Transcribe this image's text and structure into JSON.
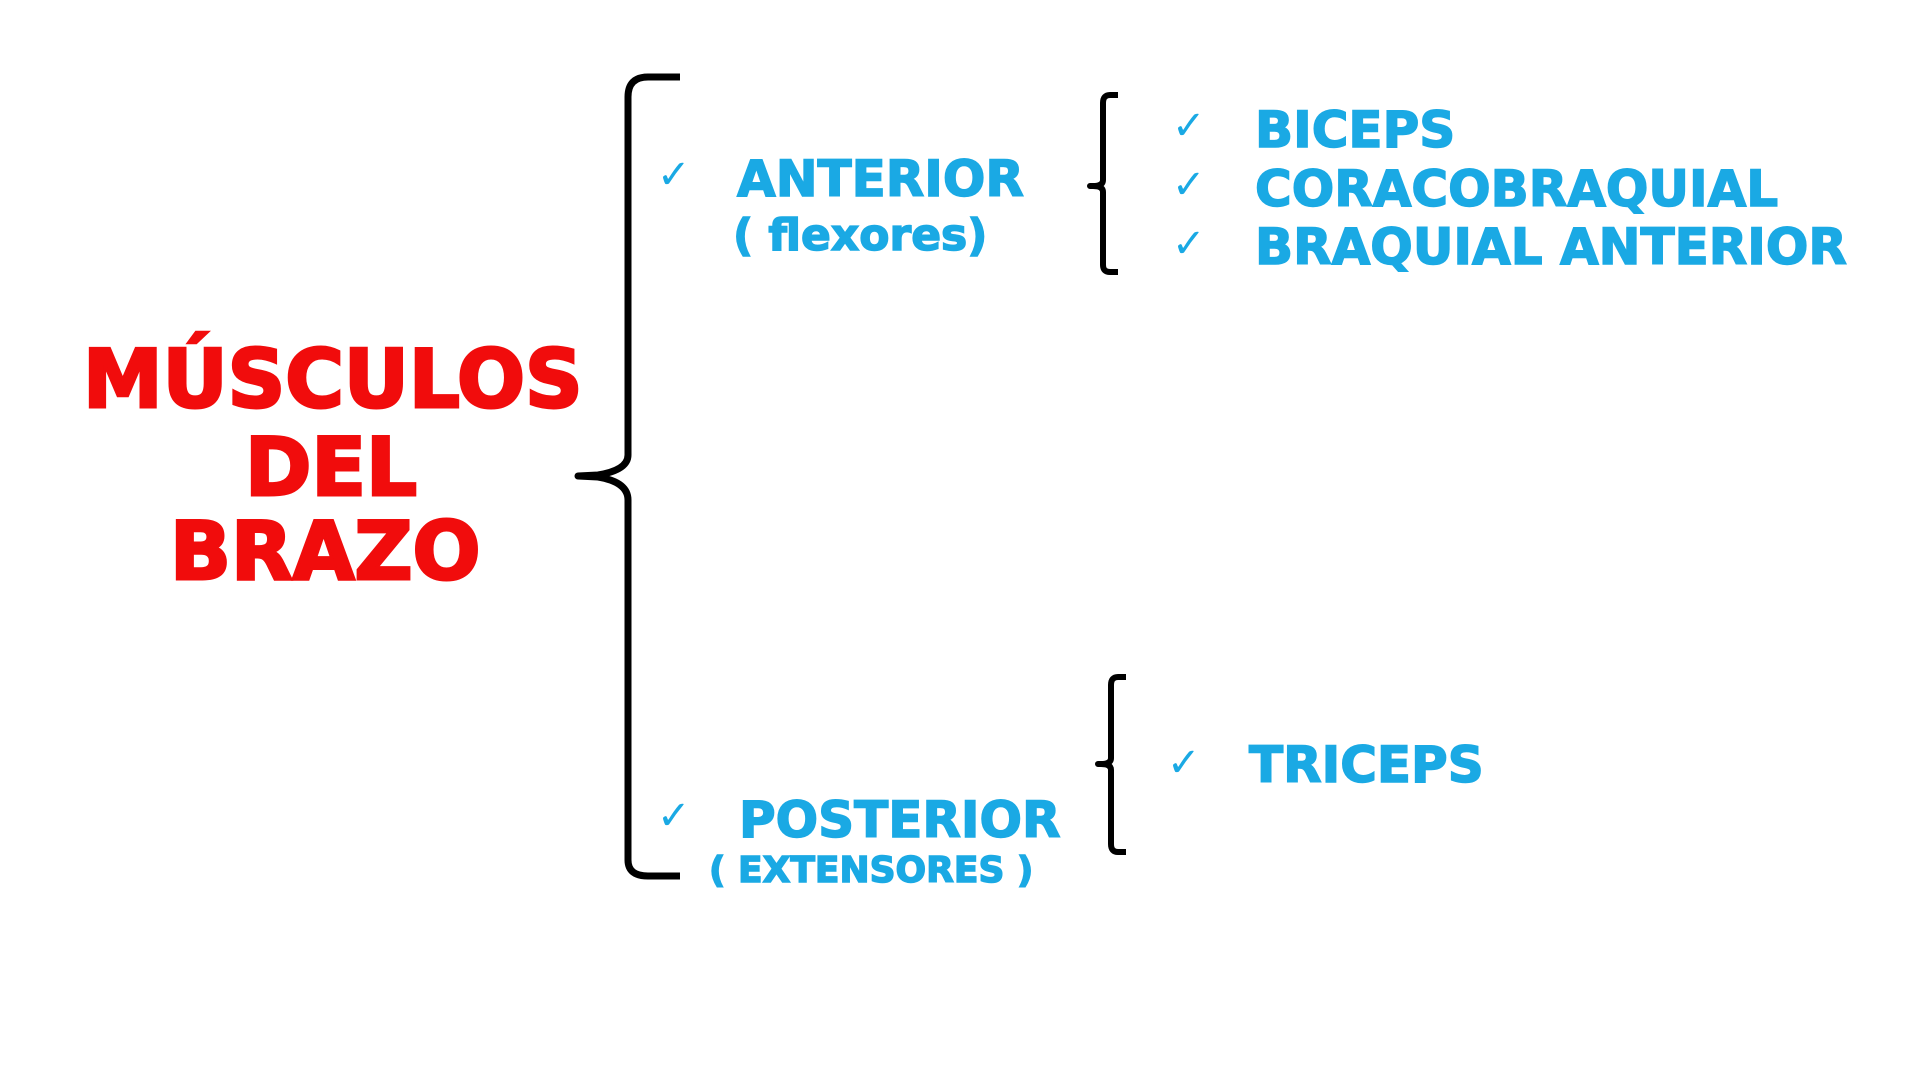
{
  "title": {
    "line1": "MÚSCULOS",
    "line2": "DEL",
    "line3": "BRAZO"
  },
  "anterior": {
    "label": "ANTERIOR",
    "sub": "( flexores)",
    "items": [
      "BICEPS",
      "CORACOBRAQUIAL",
      "BRAQUIAL ANTERIOR"
    ]
  },
  "posterior": {
    "label": "POSTERIOR",
    "sub": "( EXTENSORES )",
    "items": [
      "TRICEPS"
    ]
  },
  "check_symbol": "✓",
  "colors": {
    "title": "#f10c0c",
    "text": "#1aa9e4",
    "brace": "#000000",
    "background": "#ffffff"
  }
}
